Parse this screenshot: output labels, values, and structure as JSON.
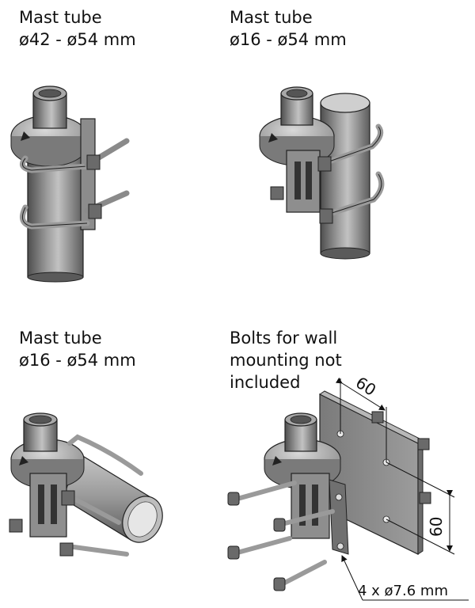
{
  "panels": [
    {
      "caption": [
        "Mast tube",
        "ø42 - ø54 mm"
      ]
    },
    {
      "caption": [
        "Mast tube",
        "ø16 - ø54 mm"
      ]
    },
    {
      "caption": [
        "Mast tube",
        "ø16 - ø54 mm"
      ]
    },
    {
      "caption": [
        "Bolts for wall",
        "mounting not",
        "included"
      ]
    }
  ],
  "dimensions": {
    "horizontal": "60",
    "vertical": "60",
    "holes": "4 x ø7.6 mm"
  },
  "colors": {
    "metal_dark": "#5a5a5a",
    "metal_mid": "#9a9a9a",
    "metal_light": "#d4d4d4",
    "plate": "#8e8e8e"
  }
}
